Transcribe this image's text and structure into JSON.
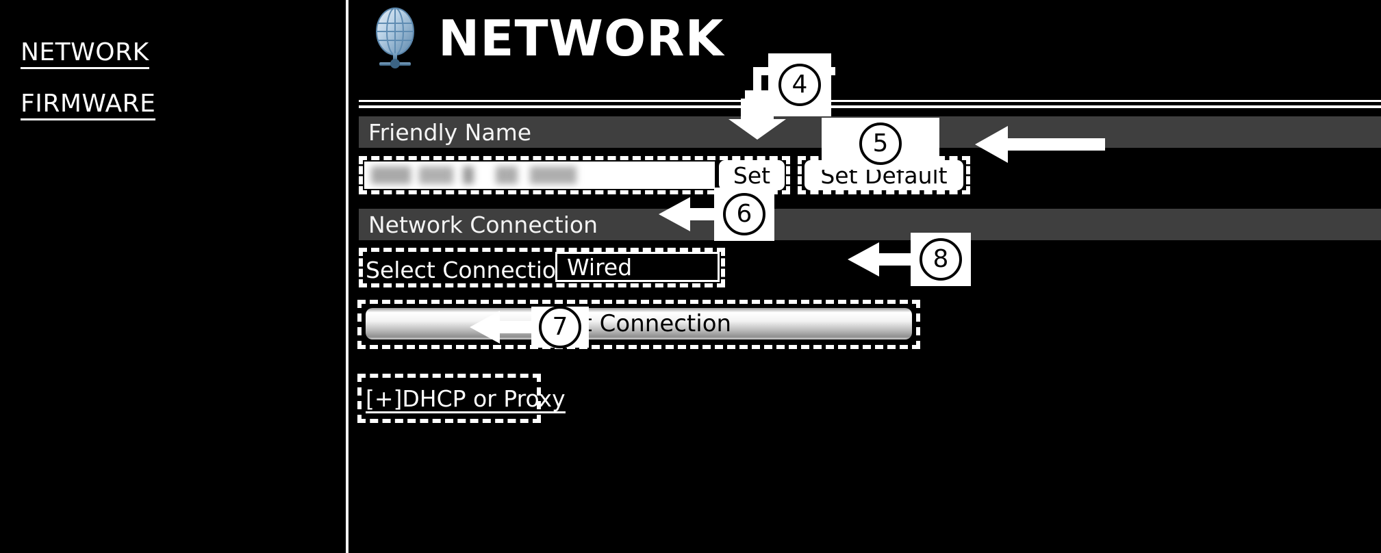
{
  "sidebar": {
    "items": [
      {
        "label": "NETWORK",
        "name": "sidebar-item-network"
      },
      {
        "label": "FIRMWARE",
        "name": "sidebar-item-firmware"
      }
    ]
  },
  "header": {
    "title": "NETWORK",
    "icon": "globe-network-icon"
  },
  "sections": {
    "friendly_name": {
      "title": "Friendly Name",
      "input_value": "",
      "set_label": "Set",
      "set_default_label": "Set Default"
    },
    "network_connection": {
      "title": "Network Connection",
      "select_connection_label": "Select Connection",
      "connection_value": "Wired",
      "test_connection_label": "Test Connection",
      "dhcp_proxy_label": "[+]DHCP or Proxy"
    }
  },
  "callouts": [
    {
      "id": "callout-4",
      "number": "4",
      "target": "friendly-name-input"
    },
    {
      "id": "callout-5",
      "number": "5",
      "target": "set-default-button"
    },
    {
      "id": "callout-6",
      "number": "6",
      "target": "connection-select"
    },
    {
      "id": "callout-7",
      "number": "7",
      "target": "dhcp-proxy-link"
    },
    {
      "id": "callout-8",
      "number": "8",
      "target": "test-connection-button"
    }
  ],
  "colors": {
    "background": "#000000",
    "section_bar": "#3f3f3f",
    "text": "#ffffff",
    "globe_blue": "#a8c9e3",
    "callout_bg": "#ffffff"
  }
}
